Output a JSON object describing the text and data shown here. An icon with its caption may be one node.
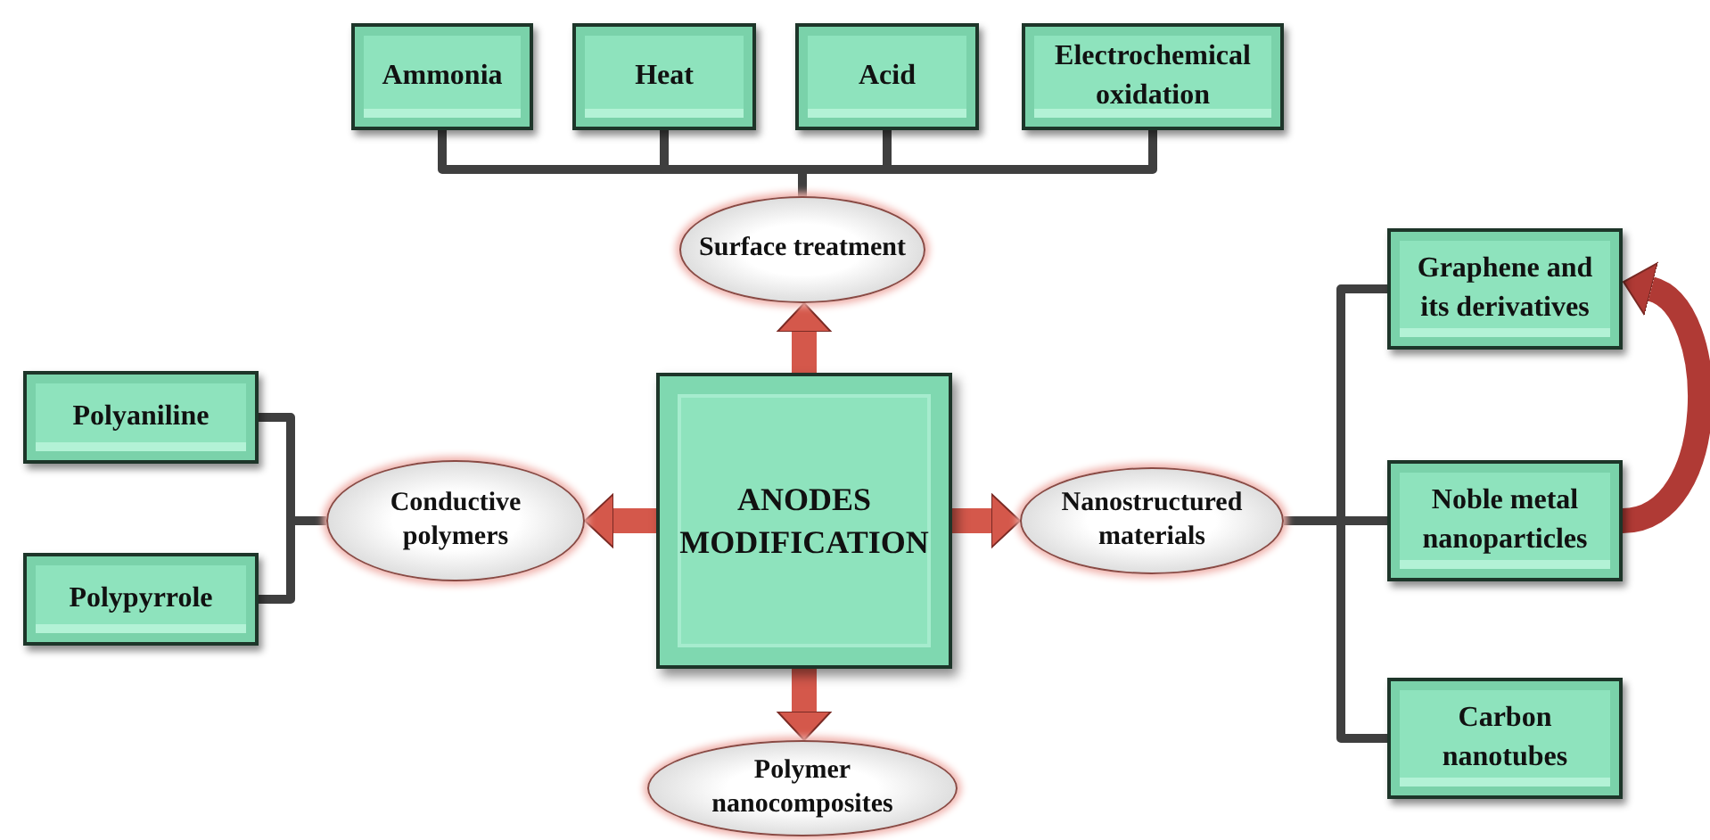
{
  "diagram": {
    "nodes": [
      {
        "text": [
          "ANODES MODIFICATION"
        ]
      },
      {
        "text": [
          "Surface treatment"
        ]
      },
      {
        "text": [
          "Conductive polymers"
        ]
      },
      {
        "text": [
          "Nanostructured materials"
        ]
      },
      {
        "text": [
          "Polymer nanocomposites"
        ]
      },
      {
        "text": [
          "Ammonia"
        ]
      },
      {
        "text": [
          "Heat"
        ]
      },
      {
        "text": [
          "Acid"
        ]
      },
      {
        "text": [
          "Electrochemical oxidation"
        ]
      },
      {
        "text": [
          "Polyaniline"
        ]
      },
      {
        "text": [
          "Polypyrrole"
        ]
      },
      {
        "text": [
          "Graphene and its derivatives"
        ]
      },
      {
        "text": [
          "Noble metal nanoparticles"
        ]
      },
      {
        "text": [
          "Carbon nanotubes"
        ]
      }
    ],
    "edges": [
      {
        "from": 0,
        "to": 1,
        "arrow": "to",
        "style": "thick",
        "color": "#d4584b"
      },
      {
        "from": 0,
        "to": 2,
        "arrow": "to",
        "style": "thick",
        "color": "#d4584b"
      },
      {
        "from": 0,
        "to": 3,
        "arrow": "to",
        "style": "thick",
        "color": "#d4584b"
      },
      {
        "from": 0,
        "to": 4,
        "arrow": "to",
        "style": "thick",
        "color": "#d4584b"
      },
      {
        "from": 1,
        "to": 5,
        "arrow": "none"
      },
      {
        "from": 1,
        "to": 6,
        "arrow": "none"
      },
      {
        "from": 1,
        "to": 7,
        "arrow": "none"
      },
      {
        "from": 1,
        "to": 8,
        "arrow": "none"
      },
      {
        "from": 2,
        "to": 9,
        "arrow": "none"
      },
      {
        "from": 2,
        "to": 10,
        "arrow": "none"
      },
      {
        "from": 3,
        "to": 11,
        "arrow": "none"
      },
      {
        "from": 3,
        "to": 12,
        "arrow": "none"
      },
      {
        "from": 3,
        "to": 13,
        "arrow": "none"
      },
      {
        "from": 12,
        "to": 11,
        "arrow": "to",
        "style": "thick",
        "color": "#b03a35"
      }
    ]
  }
}
